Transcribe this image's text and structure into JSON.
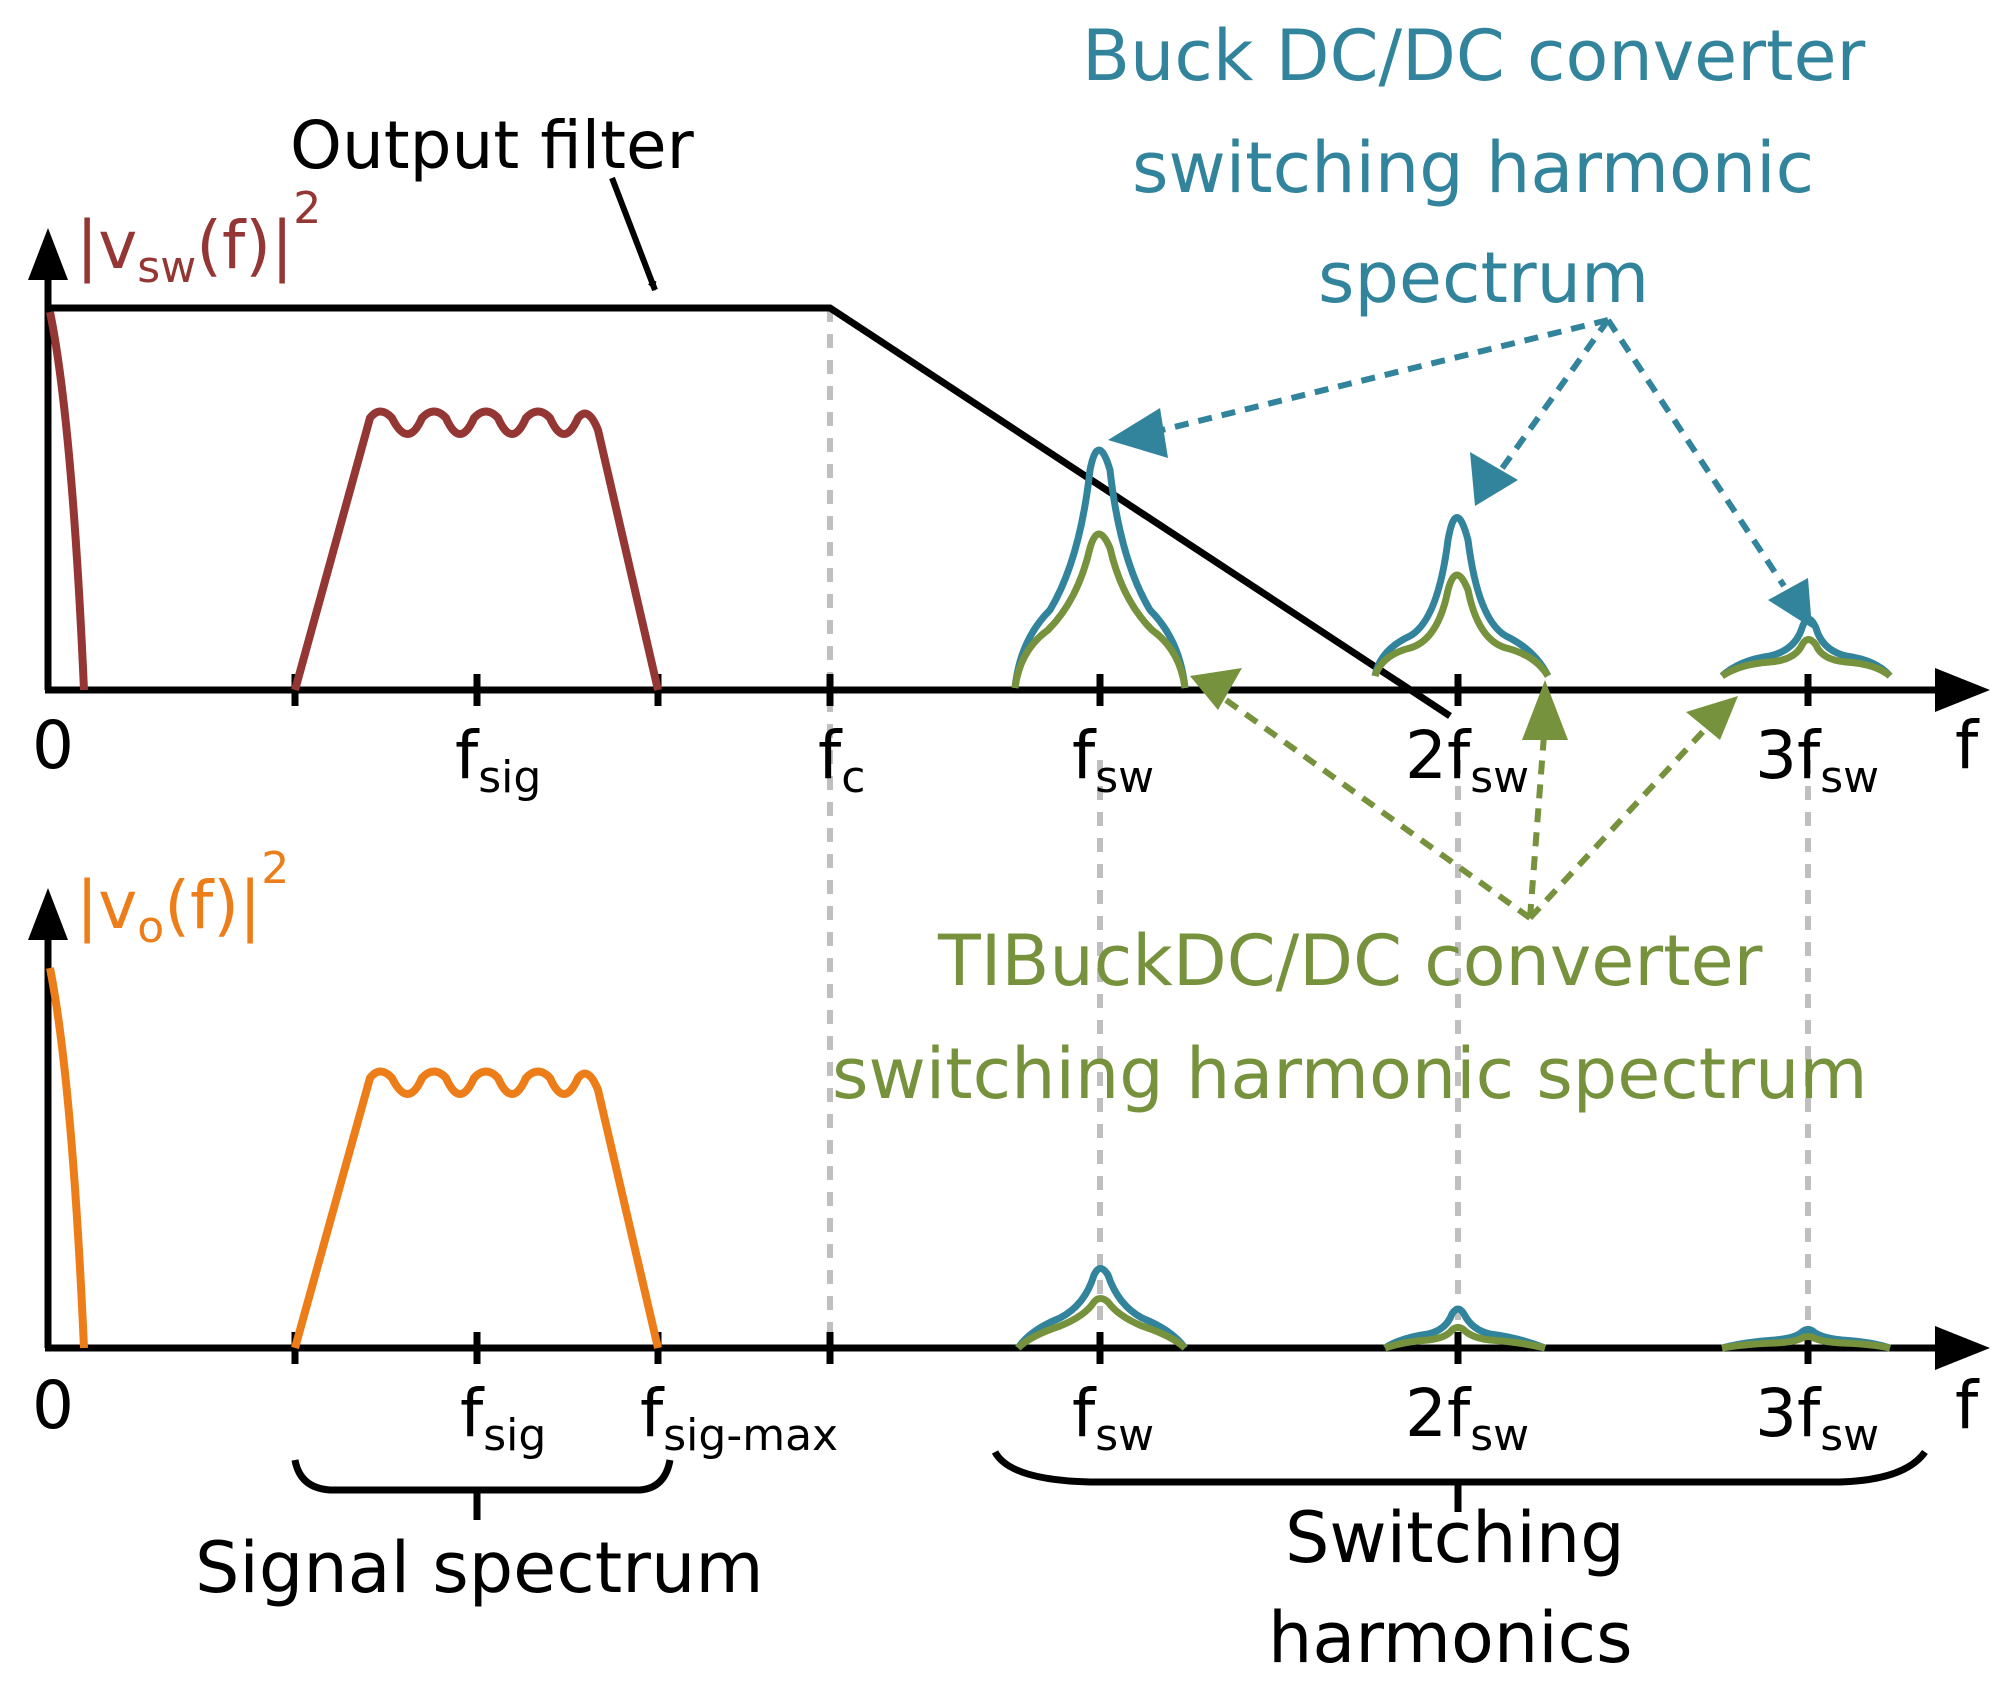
{
  "colors": {
    "axis": "#000000",
    "vsw": "#933634",
    "vo": "#ed7d18",
    "buck": "#31849b",
    "tibuck": "#76923c",
    "guide": "#bfbfbf"
  },
  "top_plot": {
    "ylabel_main": "|v",
    "ylabel_sub": "sw",
    "ylabel_tail": "(f)|",
    "ylabel_sup": "2",
    "filter_label": "Output filter",
    "xaxis_label": "f",
    "ticks": {
      "zero": "0",
      "fsig_main": "f",
      "fsig_sub": "sig",
      "fc_main": "f",
      "fc_sub": "c",
      "fsw_main": "f",
      "fsw_sub": "sw",
      "f2sw_main": "2f",
      "f2sw_sub": "sw",
      "f3sw_main": "3f",
      "f3sw_sub": "sw"
    }
  },
  "bottom_plot": {
    "ylabel_main": "|v",
    "ylabel_sub": "o",
    "ylabel_tail": "(f)|",
    "ylabel_sup": "2",
    "xaxis_label": "f",
    "ticks": {
      "zero": "0",
      "fsig_main": "f",
      "fsig_sub": "sig",
      "fsigmax_main": "f",
      "fsigmax_sub": "sig-max",
      "fsw_main": "f",
      "fsw_sub": "sw",
      "f2sw_main": "2f",
      "f2sw_sub": "sw",
      "f3sw_main": "3f",
      "f3sw_sub": "sw"
    }
  },
  "annotations": {
    "buck_line1": "Buck DC/DC converter",
    "buck_line2": "switching harmonic",
    "buck_line3": "spectrum",
    "tibuck_line1": "TIBuckDC/DC converter",
    "tibuck_line2": "switching harmonic spectrum",
    "signal_spectrum": "Signal spectrum",
    "switching_line1": "Switching",
    "switching_line2": "harmonics"
  }
}
